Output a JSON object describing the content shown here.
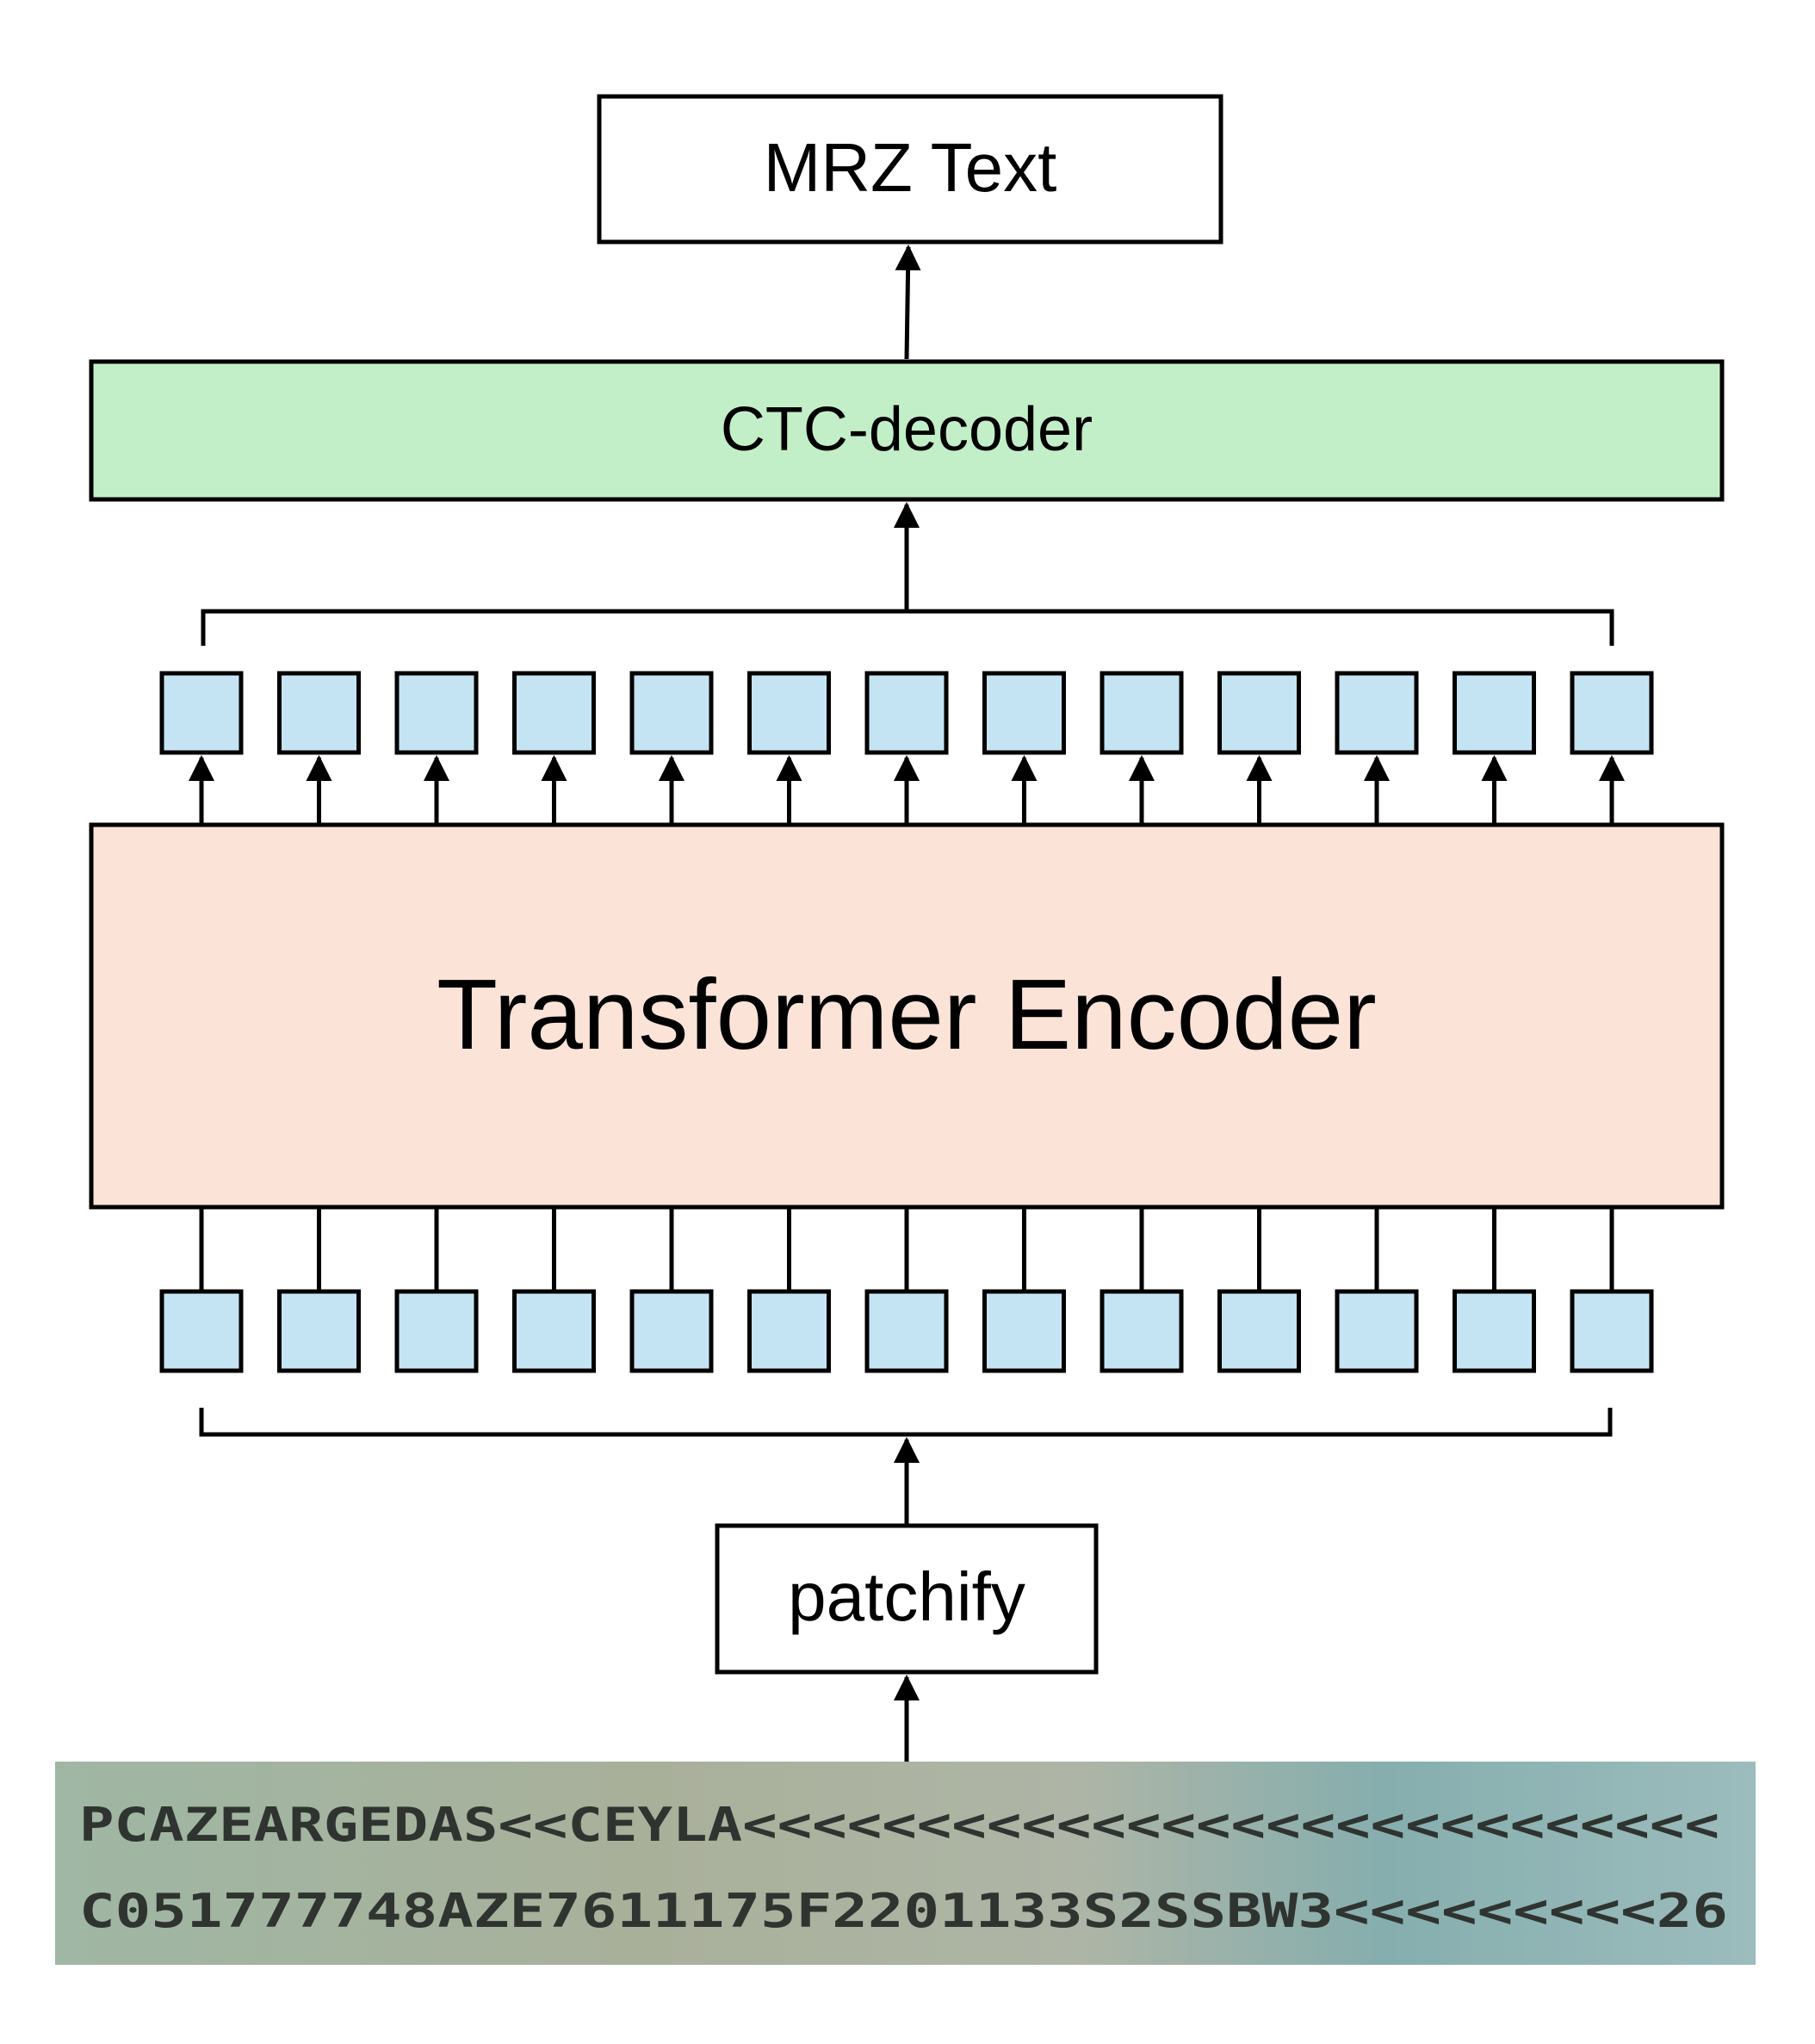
{
  "boxes": {
    "mrz_output": "MRZ Text",
    "ctc_decoder": "CTC-decoder",
    "transformer_encoder": "Transformer Encoder",
    "patchify": "patchify"
  },
  "token_count": 13,
  "colors": {
    "token_fill": "#c5e4f3",
    "ctc_fill": "#c3efc8",
    "encoder_fill": "#fbe3d8",
    "stroke": "#000000"
  },
  "mrz_image": {
    "line1": "PCAZEARGEDAS<<CEYLA<<<<<<<<<<<<<<<<<<<<<<<<<<<<",
    "line2": "C051777748AZE7611175F2201133S2SSBW3<<<<<<<<<26"
  }
}
